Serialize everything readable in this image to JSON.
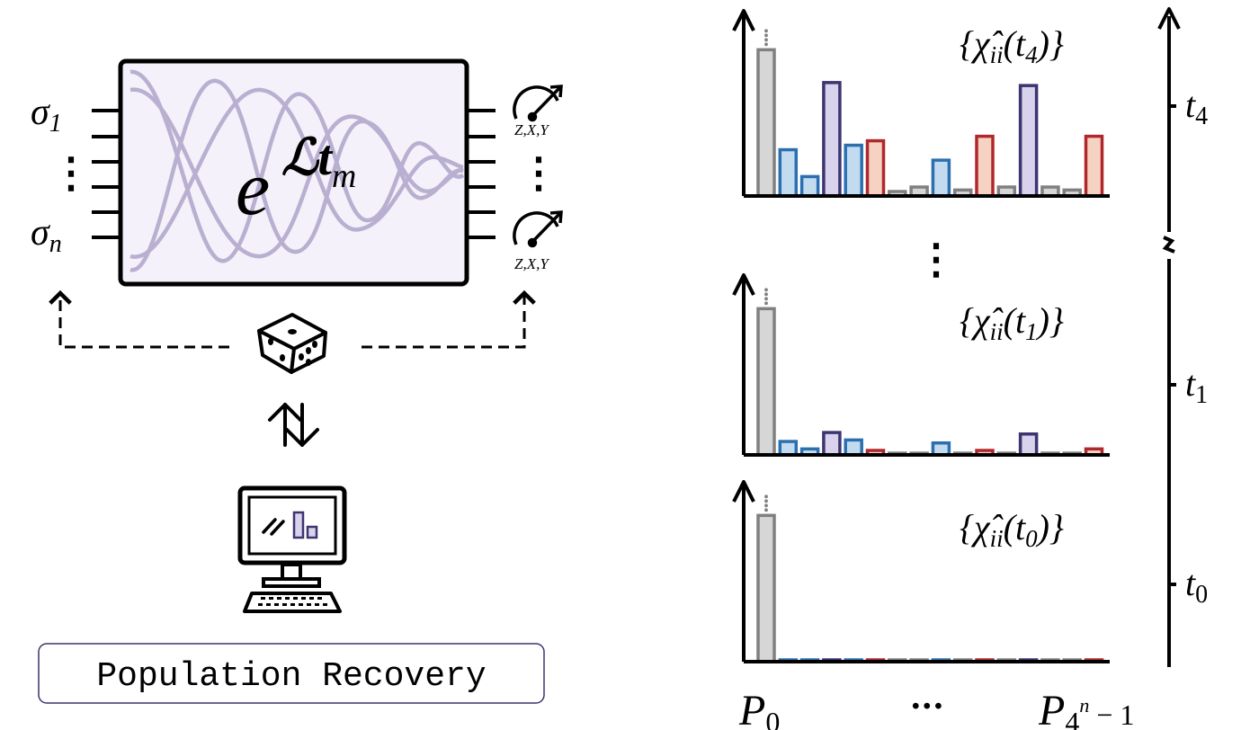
{
  "circuit": {
    "input_top": "σ",
    "input_top_sub": "1",
    "input_bottom": "σ",
    "input_bottom_sub": "n",
    "operator_base": "e",
    "operator_exp_main": "ℒt",
    "operator_exp_sub": "m",
    "meter_label_top": "Z,X,Y",
    "meter_label_bottom": "Z,X,Y",
    "vdots": "⋮",
    "wave_color": "#b3a8cc",
    "box_fill": "#f4f1fa"
  },
  "dice_icon": "dice-icon",
  "computer_icon": "computer-icon",
  "arrows_icon": "up-down-arrows-icon",
  "recovery_label": "Population Recovery",
  "axis_time": {
    "ticks": [
      "t",
      "t",
      "t"
    ],
    "tick_subs": [
      "4",
      "1",
      "0"
    ]
  },
  "vdots_between": "⋮",
  "x_labels": {
    "left": "P",
    "left_sub": "0",
    "middle": "···",
    "right": "P",
    "right_sub": "4",
    "right_sup": "n",
    "right_suffix": " − 1"
  },
  "colors": {
    "gray": "#808080",
    "gray_fill": "#d6d6d6",
    "blue": "#2c6fb0",
    "blue_fill": "#c3dbee",
    "purple": "#3d3470",
    "purple_fill": "#d8d2ec",
    "red": "#b0282c",
    "red_fill": "#f6d2c3"
  },
  "chart_data": [
    {
      "type": "bar",
      "label": "{χ̂ii(t4)}",
      "label_time_sub": "4",
      "categories": [
        0,
        1,
        2,
        3,
        4,
        5,
        6,
        7,
        8,
        9,
        10,
        11,
        12,
        13,
        14,
        15
      ],
      "values": [
        0.98,
        0.31,
        0.13,
        0.76,
        0.34,
        0.37,
        0.03,
        0.06,
        0.24,
        0.04,
        0.4,
        0.06,
        0.74,
        0.06,
        0.04,
        0.4
      ],
      "groups": [
        "gray",
        "blue",
        "blue",
        "purple",
        "blue",
        "red",
        "gray",
        "gray",
        "blue",
        "gray",
        "red",
        "gray",
        "purple",
        "gray",
        "gray",
        "red"
      ],
      "ylim": [
        0,
        1
      ]
    },
    {
      "type": "bar",
      "label": "{χ̂ii(t1)}",
      "label_time_sub": "1",
      "categories": [
        0,
        1,
        2,
        3,
        4,
        5,
        6,
        7,
        8,
        9,
        10,
        11,
        12,
        13,
        14,
        15
      ],
      "values": [
        0.98,
        0.09,
        0.04,
        0.15,
        0.1,
        0.03,
        0.0,
        0.0,
        0.08,
        0.0,
        0.03,
        0.0,
        0.14,
        0.0,
        0.0,
        0.04
      ],
      "groups": [
        "gray",
        "blue",
        "blue",
        "purple",
        "blue",
        "red",
        "gray",
        "gray",
        "blue",
        "gray",
        "red",
        "gray",
        "purple",
        "gray",
        "gray",
        "red"
      ],
      "ylim": [
        0,
        1
      ]
    },
    {
      "type": "bar",
      "label": "{χ̂ii(t0)}",
      "label_time_sub": "0",
      "categories": [
        0,
        1,
        2,
        3,
        4,
        5,
        6,
        7,
        8,
        9,
        10,
        11,
        12,
        13,
        14,
        15
      ],
      "values": [
        0.98,
        0.01,
        0.01,
        0.01,
        0.01,
        0.0,
        0.0,
        0.0,
        0.01,
        0.0,
        0.0,
        0.0,
        0.01,
        0.0,
        0.0,
        0.0
      ],
      "groups": [
        "gray",
        "blue",
        "blue",
        "purple",
        "blue",
        "red",
        "gray",
        "gray",
        "blue",
        "gray",
        "red",
        "gray",
        "purple",
        "gray",
        "gray",
        "red"
      ],
      "ylim": [
        0,
        1
      ]
    }
  ]
}
